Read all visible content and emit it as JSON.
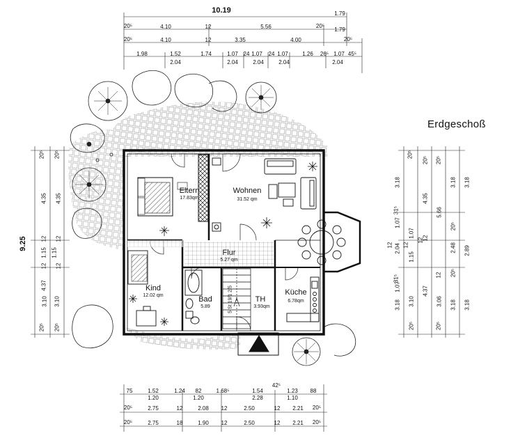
{
  "plan_title": "Erdgeschoß",
  "total_width": "10.19",
  "total_height": "9.25",
  "rooms": [
    {
      "name": "Eltern",
      "area": "17.83qm"
    },
    {
      "name": "Wohnen",
      "area": "31.52 qm"
    },
    {
      "name": "Flur",
      "area": "5.27 qm"
    },
    {
      "name": "Kind",
      "area": "12.02 qm"
    },
    {
      "name": "Bad",
      "area": "5.89"
    },
    {
      "name": "TH",
      "area": "3.93qm"
    },
    {
      "name": "Küche",
      "area": "6.78qm"
    }
  ],
  "stair_label": "5 St 19/1 2/5",
  "top_dims": {
    "row1": [
      "1.79"
    ],
    "row2": [
      "20⁵",
      "4.10",
      "12",
      "5.56",
      "20⁵",
      "1.79"
    ],
    "row3": [
      "20⁵",
      "4.10",
      "12",
      "3.35",
      "4.00",
      "20⁵"
    ],
    "row4a": [
      "1.98",
      "1.52",
      "1.74",
      "1.07",
      "24",
      "1.07",
      "24",
      "1.07",
      "1.26",
      "26⁵",
      "1.07",
      "45⁵"
    ],
    "row4b": [
      "2.04",
      "2.04",
      "2.04",
      "2.04",
      "2.04"
    ]
  },
  "bottom_dims": {
    "row1a": [
      "75",
      "1.52",
      "1.24",
      "82",
      "1.68⁵",
      "1.54",
      "42⁵",
      "1.23",
      "88"
    ],
    "row1b": [
      "1.20",
      "1.20",
      "2.28",
      "1.10"
    ],
    "row2": [
      "20⁵",
      "2.75",
      "12",
      "2.08",
      "12",
      "2.50",
      "12",
      "2.21",
      "20⁵"
    ],
    "row3": [
      "20⁵",
      "2.75",
      "18",
      "1.90",
      "12",
      "2.50",
      "12",
      "2.21",
      "20⁵"
    ]
  },
  "left_dims": {
    "col1": [
      "20⁵",
      "4.35",
      "12",
      "1.15",
      "12",
      "4.37",
      "3.10",
      "20⁵"
    ],
    "col2": [
      "20⁵",
      "4.35",
      "12",
      "1.15",
      "12",
      "3.10",
      "20⁵"
    ]
  },
  "right_dims": {
    "col1": [
      "20⁵",
      "3.18",
      "31⁵",
      "1.07",
      "12",
      "2.04",
      "12",
      "1.15",
      "31⁵",
      "1.07",
      "3.18"
    ],
    "col2": [
      "20⁵",
      "4.35",
      "1.07",
      "12",
      "4.37",
      "3.10",
      "20⁵"
    ],
    "col3": [
      "20⁵",
      "5.66",
      "12",
      "3.06",
      "12",
      "20⁵"
    ],
    "col4": [
      "3.18",
      "20⁵",
      "2.48",
      "20⁵",
      "3.18"
    ],
    "col5": [
      "3.18",
      "2.89",
      "3.18"
    ]
  }
}
